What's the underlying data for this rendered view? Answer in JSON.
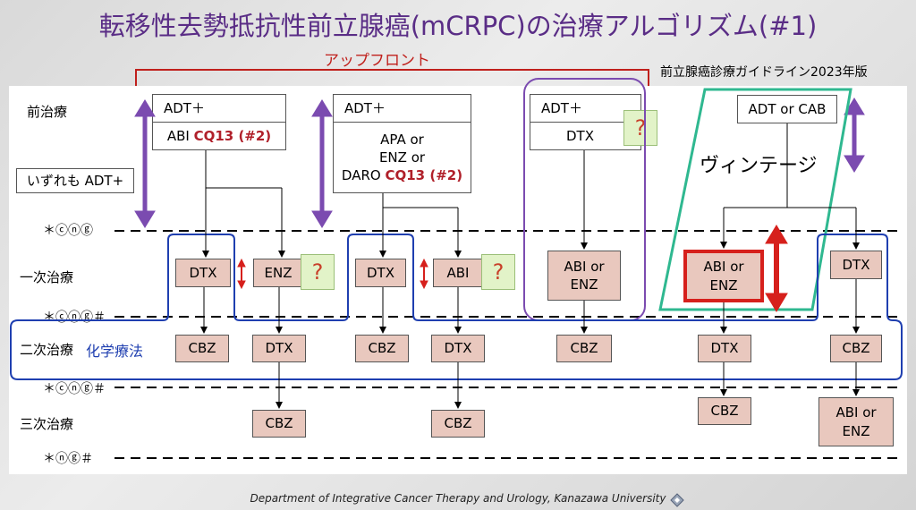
{
  "title": "転移性去勢抵抗性前立腺癌(mCRPC)の治療アルゴリズム(#1)",
  "upfront_label": "アップフロント",
  "guideline_label": "前立腺癌診療ガイドライン2023年版",
  "vintage_label": "ヴィンテージ",
  "row_labels": {
    "pre": "前治療",
    "first": "一次治療",
    "second": "二次治療",
    "third": "三次治療",
    "chemo": "化学療法",
    "all_adt": "いずれも ADT+"
  },
  "markers": {
    "m1": "＊ⓒⓝⓖ",
    "m2": "＊ⓒⓝⓖ＃",
    "m3": "＊ⓒⓝⓖ＃",
    "m4": "＊ⓝⓖ＃"
  },
  "pre_boxes": {
    "b1_top": "ADT＋",
    "b1_bottom_prefix": "ABI",
    "b1_bottom_ref": "CQ13 (#2)",
    "b2_top": "ADT＋",
    "b2_l1": "APA or",
    "b2_l2": "ENZ or",
    "b2_l3_prefix": "DARO",
    "b2_l3_ref": "CQ13 (#2)",
    "b3_top": "ADT＋",
    "b3_bottom": "DTX",
    "b4": "ADT or CAB"
  },
  "first_line": {
    "c1": "DTX",
    "c2": "ENZ",
    "c3": "DTX",
    "c4": "ABI",
    "c5": "ABI or ENZ",
    "c6": "ABI or ENZ",
    "c7": "DTX"
  },
  "second_line": {
    "c1": "CBZ",
    "c2": "DTX",
    "c3": "CBZ",
    "c4": "DTX",
    "c5": "CBZ",
    "c6": "DTX",
    "c7": "CBZ"
  },
  "third_line": {
    "c2": "CBZ",
    "c4": "CBZ",
    "c6": "CBZ",
    "c7": "ABI or ENZ"
  },
  "question": "?",
  "footer": "Department of Integrative Cancer Therapy and Urology, Kanazawa University",
  "colors": {
    "title": "#5a2d86",
    "tan": "#e9c8be",
    "red": "#d6201c",
    "blue": "#1f3fb0",
    "purple": "#7b4bb0",
    "green": "#2fb890"
  }
}
